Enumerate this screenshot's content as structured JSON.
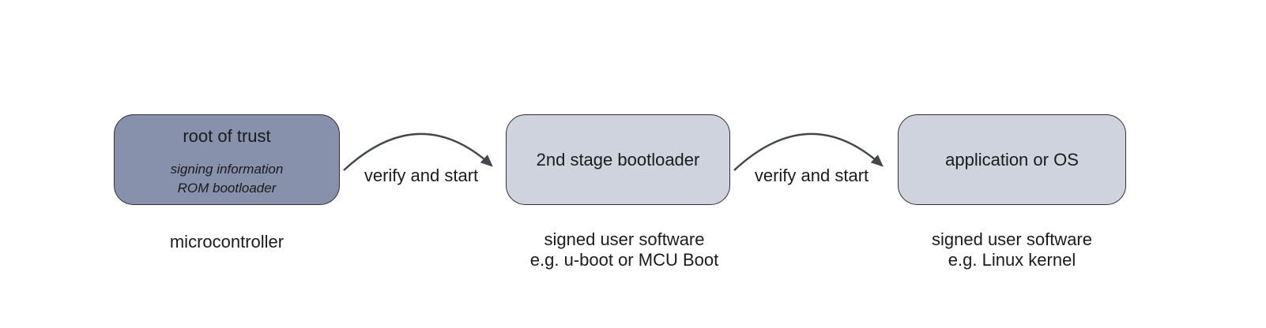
{
  "stages": [
    {
      "title": "root of trust",
      "details": [
        "signing information",
        "ROM bootloader"
      ],
      "caption_lines": [
        "microcontroller"
      ]
    },
    {
      "title": "2nd stage bootloader",
      "details": [],
      "caption_lines": [
        "signed user software",
        "e.g. u-boot or MCU Boot"
      ]
    },
    {
      "title": "application or OS",
      "details": [],
      "caption_lines": [
        "signed user software",
        "e.g. Linux kernel"
      ]
    }
  ],
  "arrows": [
    {
      "label": "verify and start"
    },
    {
      "label": "verify and start"
    }
  ],
  "colors": {
    "root_box_fill": "#8791AC",
    "stage_box_fill": "#CFD3DD",
    "box_border": "#2E3135",
    "arrow_stroke": "#43464B",
    "text": "#1B1B1B",
    "background": "#FFFFFF"
  }
}
